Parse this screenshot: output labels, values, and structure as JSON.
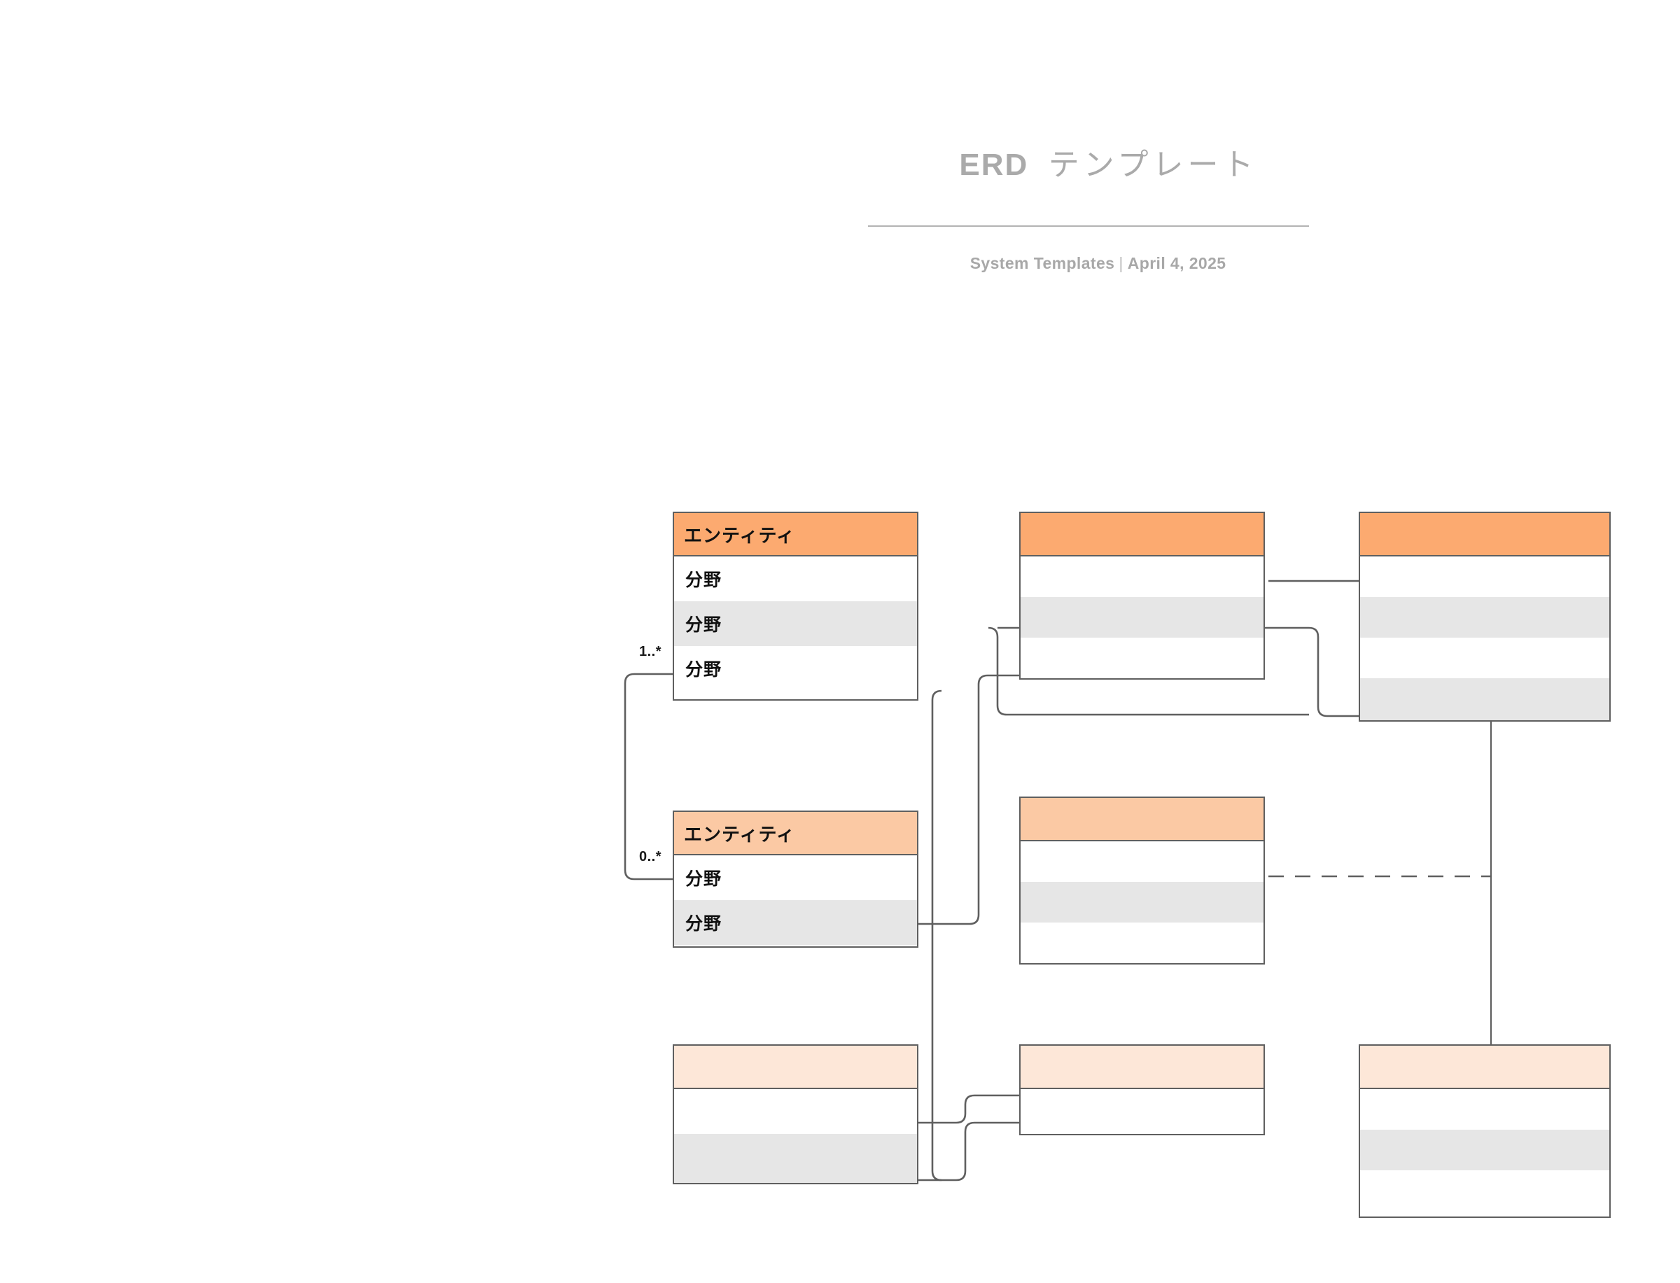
{
  "header": {
    "title_main": "ERD",
    "title_jp": "テンプレート",
    "subtitle_left": "System Templates",
    "subtitle_sep": "|",
    "subtitle_right": "April 4, 2025"
  },
  "colors": {
    "header_tone_1": "#fcaa70",
    "header_tone_2": "#fbc9a4",
    "header_tone_3": "#fde7d8",
    "row_white": "#ffffff",
    "row_gray": "#e6e6e6",
    "border": "#5f5f5f",
    "connector": "#5f5f5f",
    "title_text": "#aaaaaa"
  },
  "entities": [
    {
      "id": "entity-a",
      "title": "エンティティ",
      "tone": "tone-1",
      "rows": [
        {
          "label": "分野",
          "fill": "row-white"
        },
        {
          "label": "分野",
          "fill": "row-gray"
        },
        {
          "label": "分野",
          "fill": "row-white"
        }
      ]
    },
    {
      "id": "entity-b",
      "title": "",
      "tone": "tone-1",
      "rows": [
        {
          "label": "",
          "fill": "row-white"
        },
        {
          "label": "",
          "fill": "row-gray"
        },
        {
          "label": "",
          "fill": "row-white"
        }
      ]
    },
    {
      "id": "entity-c",
      "title": "",
      "tone": "tone-1",
      "rows": [
        {
          "label": "",
          "fill": "row-white"
        },
        {
          "label": "",
          "fill": "row-gray"
        },
        {
          "label": "",
          "fill": "row-white"
        },
        {
          "label": "",
          "fill": "row-gray"
        }
      ]
    },
    {
      "id": "entity-d",
      "title": "エンティティ",
      "tone": "tone-2",
      "rows": [
        {
          "label": "分野",
          "fill": "row-white"
        },
        {
          "label": "分野",
          "fill": "row-gray"
        }
      ]
    },
    {
      "id": "entity-e",
      "title": "",
      "tone": "tone-2",
      "rows": [
        {
          "label": "",
          "fill": "row-white"
        },
        {
          "label": "",
          "fill": "row-gray"
        },
        {
          "label": "",
          "fill": "row-white"
        }
      ]
    },
    {
      "id": "entity-f",
      "title": "",
      "tone": "tone-3",
      "rows": [
        {
          "label": "",
          "fill": "row-white"
        },
        {
          "label": "",
          "fill": "row-gray"
        }
      ]
    },
    {
      "id": "entity-g",
      "title": "",
      "tone": "tone-3",
      "rows": [
        {
          "label": "",
          "fill": "row-white"
        }
      ]
    },
    {
      "id": "entity-h",
      "title": "",
      "tone": "tone-3",
      "rows": [
        {
          "label": "",
          "fill": "row-white"
        },
        {
          "label": "",
          "fill": "row-gray"
        },
        {
          "label": "",
          "fill": "row-white"
        }
      ]
    }
  ],
  "multiplicities": [
    {
      "id": "mult-top",
      "text": "1..*"
    },
    {
      "id": "mult-bottom",
      "text": "0..*"
    }
  ]
}
